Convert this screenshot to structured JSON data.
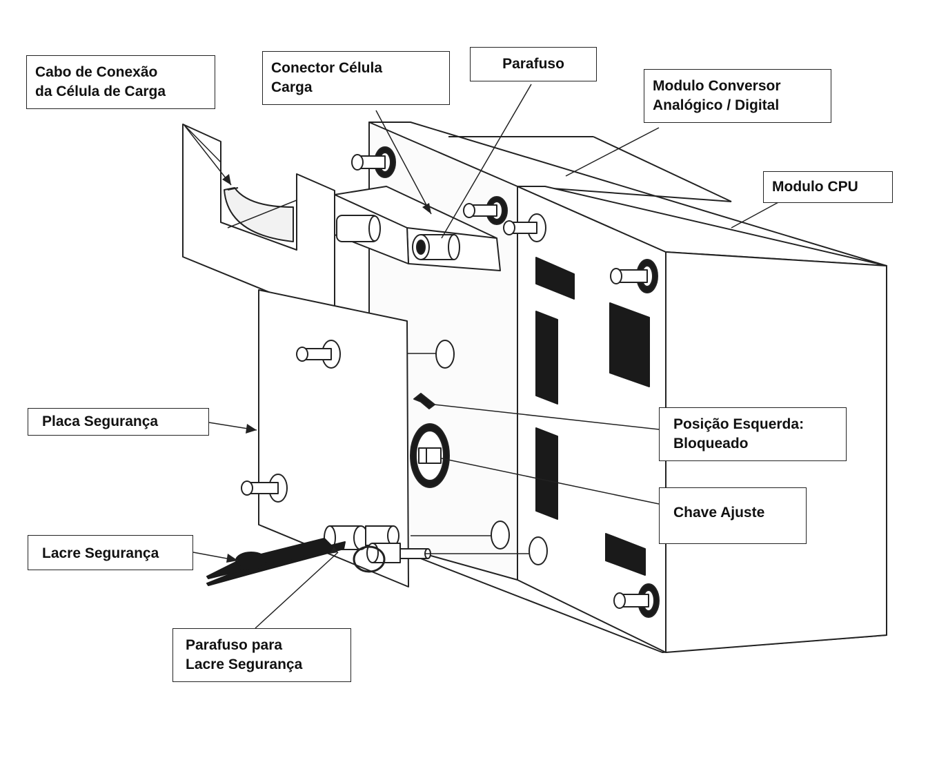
{
  "labels": {
    "cabo_conexao": [
      "Cabo de Conexão",
      "da Célula de Carga"
    ],
    "conector_celula": [
      "Conector Célula",
      "Carga"
    ],
    "parafuso_top": [
      "Parafuso"
    ],
    "modulo_conversor": [
      "Modulo Conversor",
      "Analógico / Digital"
    ],
    "modulo_cpu": [
      "Modulo CPU"
    ],
    "placa_seguranca": [
      "Placa Segurança"
    ],
    "posicao_esquerda": [
      "Posição Esquerda:",
      "Bloqueado"
    ],
    "chave_ajuste": [
      "Chave Ajuste"
    ],
    "lacre_seguranca": [
      "Lacre Segurança"
    ],
    "parafuso_lacre": [
      "Parafuso para",
      "Lacre Segurança"
    ]
  },
  "colors": {
    "line": "#222222",
    "fill": "#ffffff",
    "dark": "#1a1a1a"
  }
}
